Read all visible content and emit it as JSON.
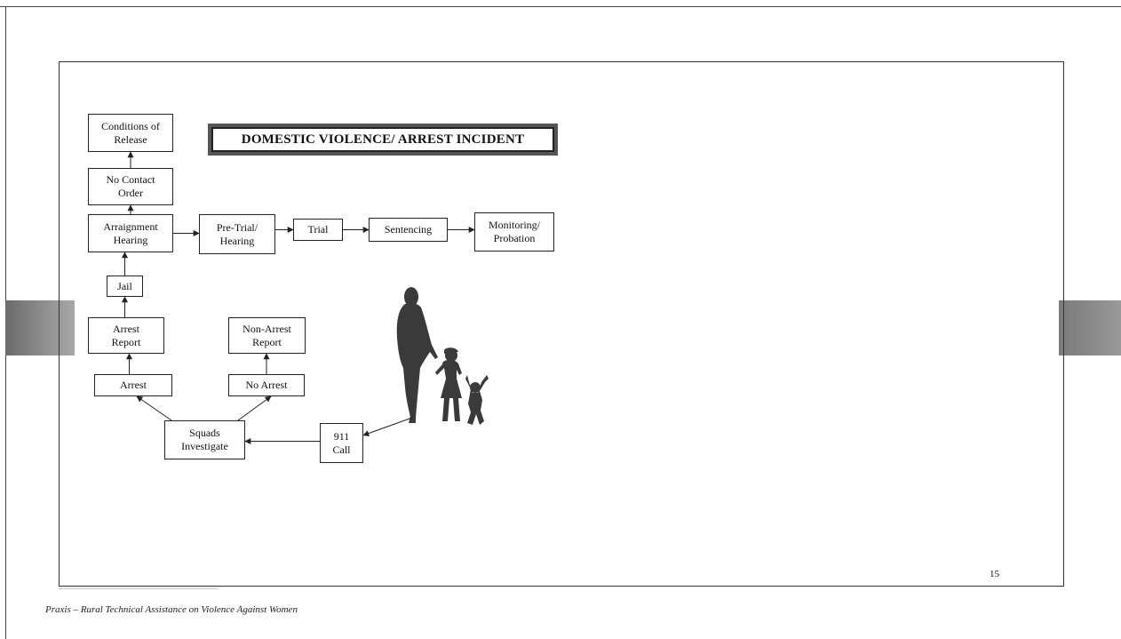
{
  "title": "DOMESTIC VIOLENCE/ ARREST INCIDENT",
  "nodes": {
    "conditions_of_release": "Conditions of\nRelease",
    "no_contact_order": "No Contact\nOrder",
    "arraignment_hearing": "Arraignment\nHearing",
    "pre_trial_hearing": "Pre-Trial/\nHearing",
    "trial": "Trial",
    "sentencing": "Sentencing",
    "monitoring_probation": "Monitoring/\nProbation",
    "jail": "Jail",
    "arrest_report": "Arrest\nReport",
    "non_arrest_report": "Non-Arrest\nReport",
    "arrest": "Arrest",
    "no_arrest": "No Arrest",
    "squads_investigate": "Squads\nInvestigate",
    "call_911": "911\nCall"
  },
  "edges": [
    {
      "from": "person_figure",
      "to": "call_911"
    },
    {
      "from": "call_911",
      "to": "squads_investigate"
    },
    {
      "from": "squads_investigate",
      "to": "arrest"
    },
    {
      "from": "squads_investigate",
      "to": "no_arrest"
    },
    {
      "from": "no_arrest",
      "to": "non_arrest_report"
    },
    {
      "from": "arrest",
      "to": "arrest_report"
    },
    {
      "from": "arrest_report",
      "to": "jail"
    },
    {
      "from": "jail",
      "to": "arraignment_hearing"
    },
    {
      "from": "arraignment_hearing",
      "to": "no_contact_order"
    },
    {
      "from": "no_contact_order",
      "to": "conditions_of_release"
    },
    {
      "from": "arraignment_hearing",
      "to": "pre_trial_hearing"
    },
    {
      "from": "pre_trial_hearing",
      "to": "trial"
    },
    {
      "from": "trial",
      "to": "sentencing"
    },
    {
      "from": "sentencing",
      "to": "monitoring_probation"
    }
  ],
  "illustration": "woman-and-children-silhouette",
  "page_number": "15",
  "footer": "Praxis – Rural Technical Assistance on Violence Against Women",
  "colors": {
    "title_border": "#555555",
    "silhouette": "#3a3a3a",
    "side_tabs": "#8a8a8a"
  }
}
